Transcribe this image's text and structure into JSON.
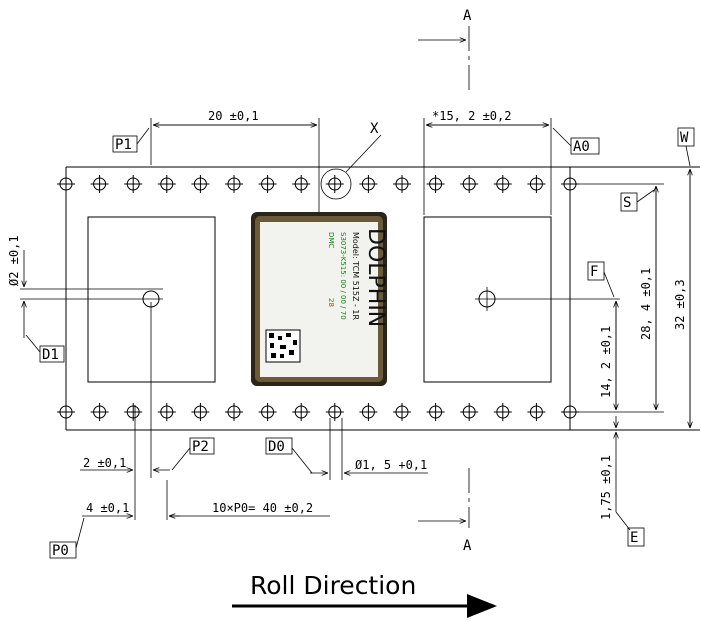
{
  "dimensions": {
    "p1_pitch": "20 ±0,1",
    "a0_width": "*15, 2 ±0,2",
    "hole_dia": "Ø2 ±0,1",
    "p2_offset": "2 ±0,1",
    "d0_dia": "Ø1, 5 +0,1",
    "p0_pitch": "4 ±0,1",
    "p0_cumulative": "10×P0= 40 ±0,2",
    "f_offset": "14, 2 ±0,1",
    "s_spacing": "28, 4 ±0,1",
    "w_width": "32 ±0,3",
    "e_offset": "1,75 ±0,1"
  },
  "labels": {
    "p1": "P1",
    "a0": "A0",
    "w": "W",
    "x": "X",
    "s": "S",
    "f": "F",
    "d1": "D1",
    "p2": "P2",
    "d0": "D0",
    "p0": "P0",
    "e": "E",
    "section_a_top": "A",
    "section_a_bottom": "A"
  },
  "module": {
    "brand": "DOLPHIN",
    "model": "Model: TCM 515Z - 1R",
    "line1": "S3073-K515: 00 / 00 / 70",
    "line2": "DMC",
    "line3": "28"
  },
  "caption": "Roll Direction"
}
